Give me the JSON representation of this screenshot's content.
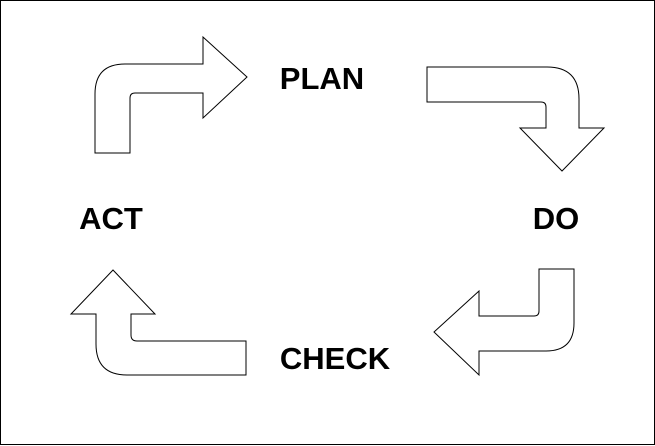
{
  "diagram": {
    "stages": [
      {
        "id": "plan",
        "label": "PLAN"
      },
      {
        "id": "do",
        "label": "DO"
      },
      {
        "id": "check",
        "label": "CHECK"
      },
      {
        "id": "act",
        "label": "ACT"
      }
    ],
    "flow": [
      "plan",
      "do",
      "check",
      "act",
      "plan"
    ]
  },
  "colors": {
    "stroke": "#000000",
    "fill": "#ffffff",
    "text": "#000000"
  }
}
